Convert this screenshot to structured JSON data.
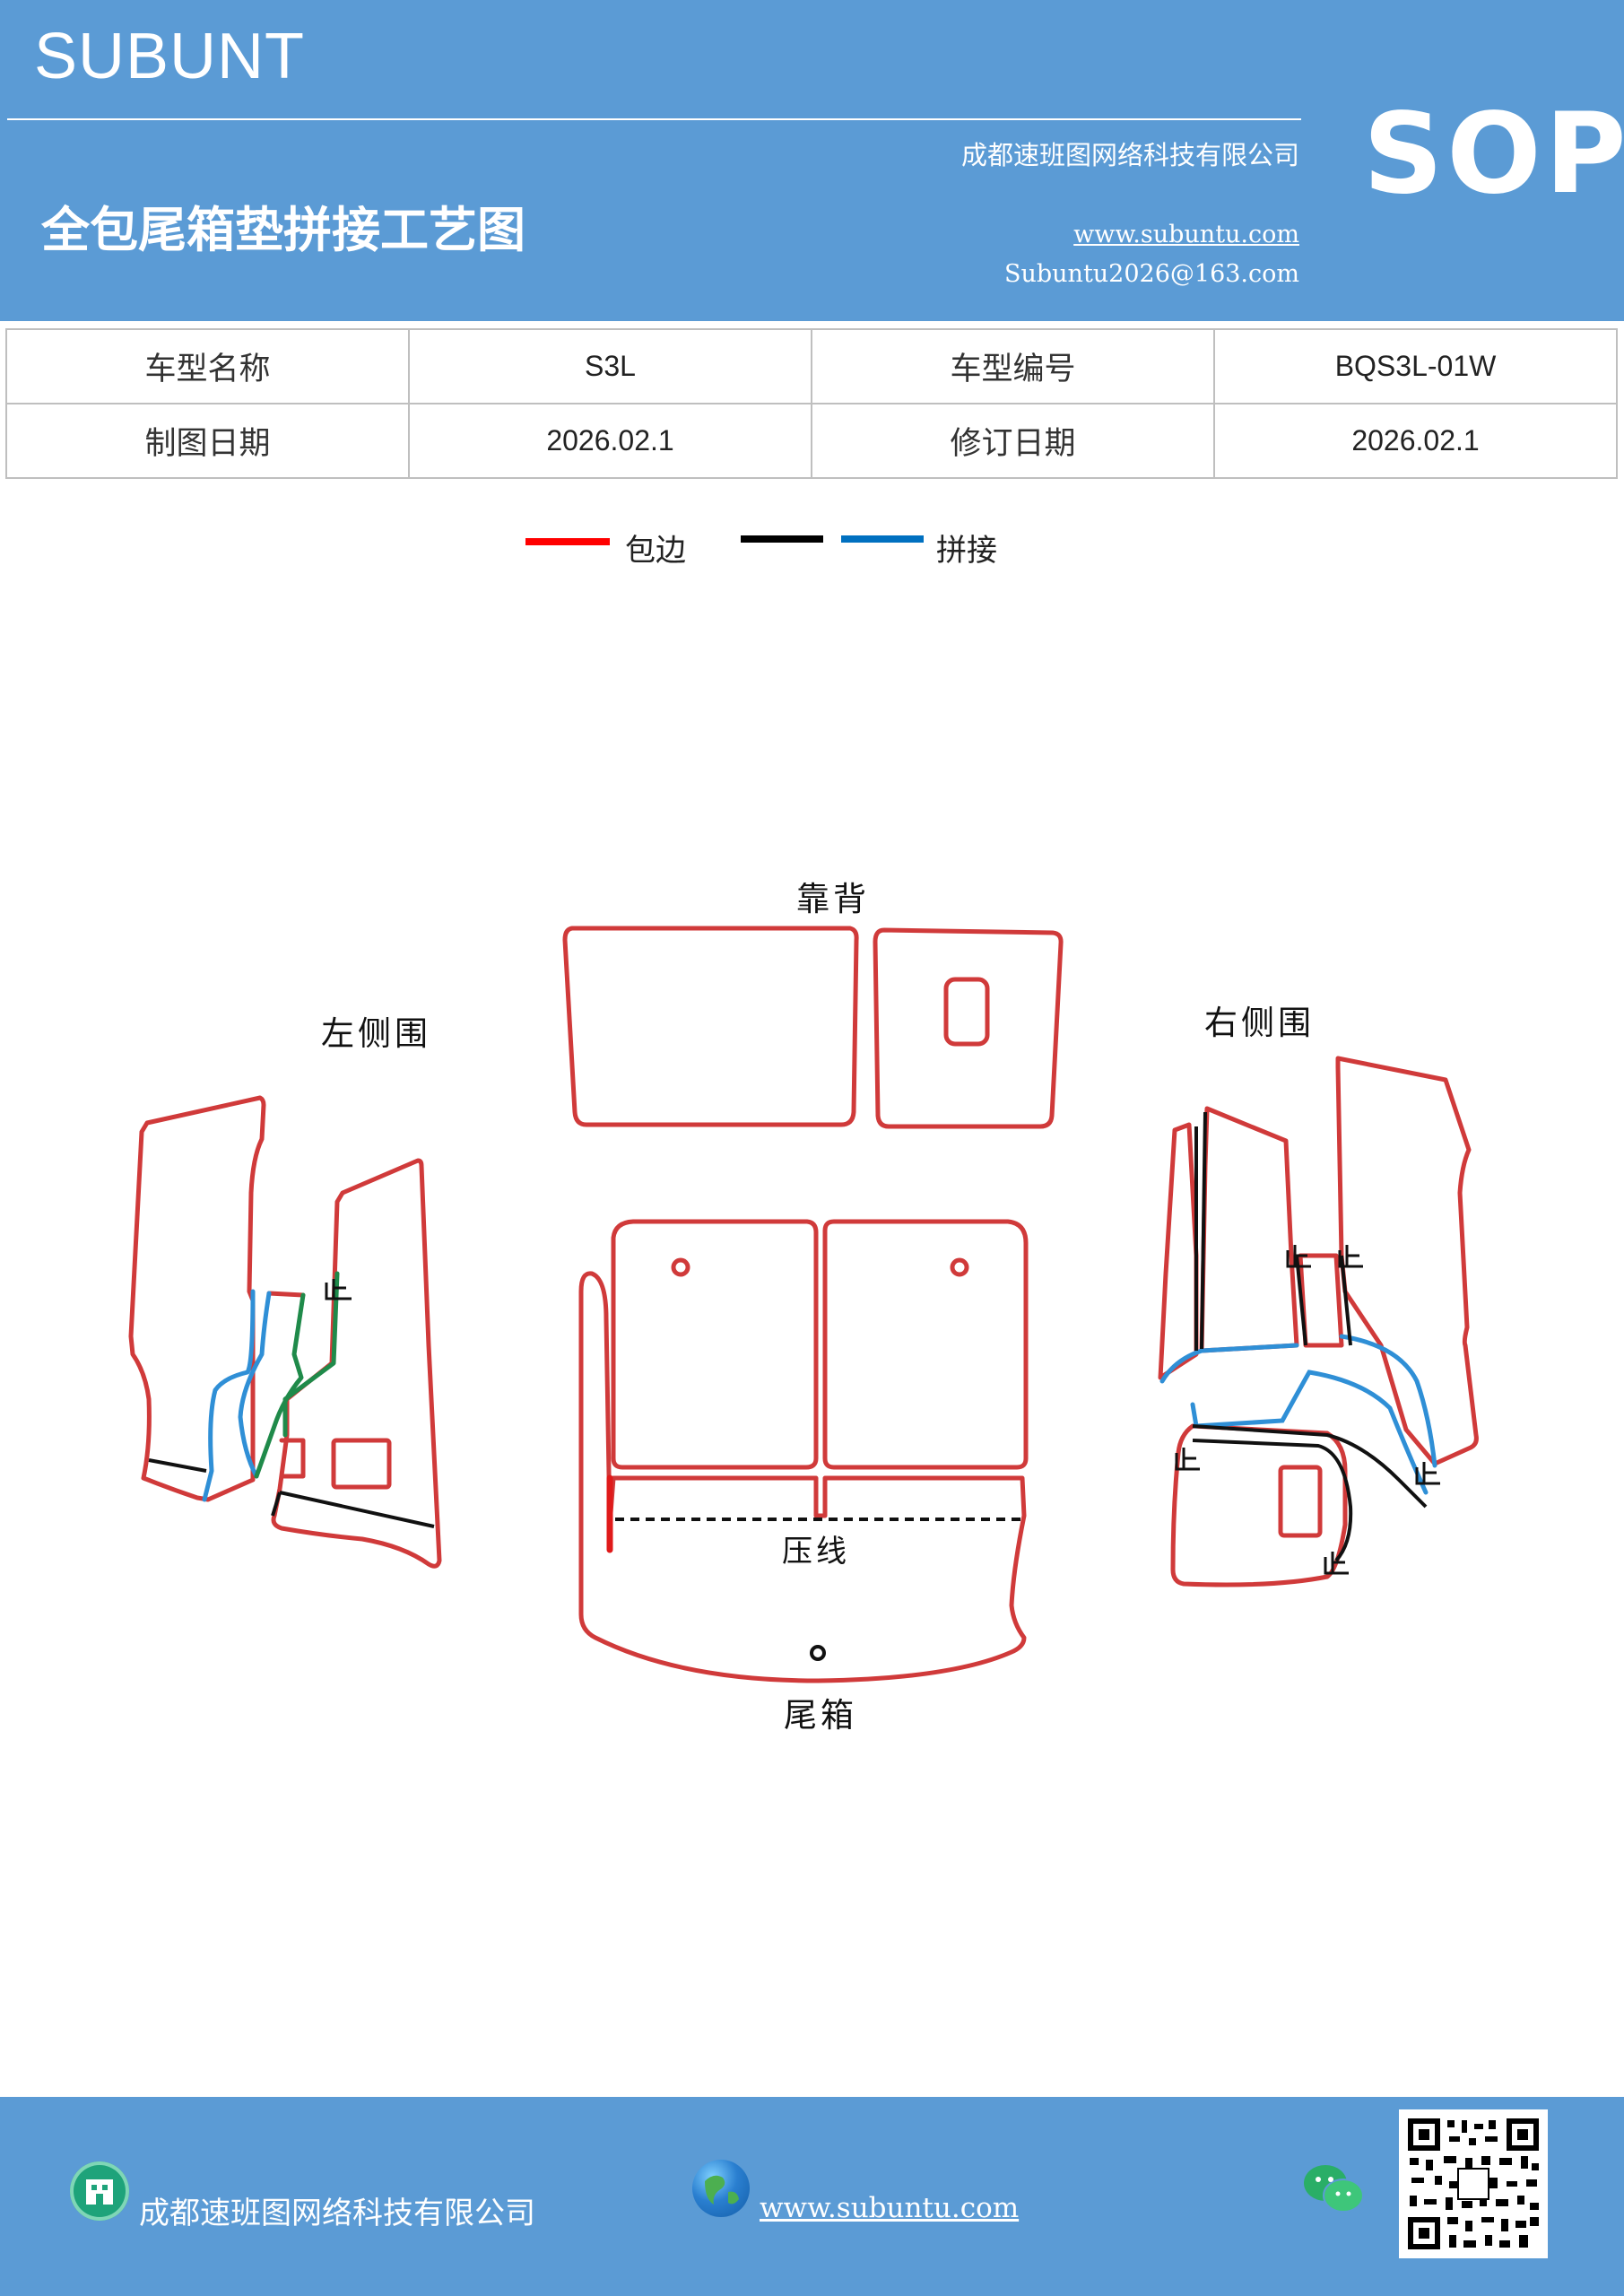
{
  "header": {
    "brand": "SUBUNT",
    "company": "成都速班图网络科技有限公司",
    "title": "全包尾箱垫拼接工艺图",
    "website": "www.subuntu.com",
    "email": "Subuntu2026@163.com",
    "badge": "SOP"
  },
  "info_table": {
    "rows": [
      {
        "label1": "车型名称",
        "value1": "S3L",
        "label2": "车型编号",
        "value2": "BQS3L-01W"
      },
      {
        "label1": "制图日期",
        "value1": "2026.02.1",
        "label2": "修订日期",
        "value2": "2026.02.1"
      }
    ]
  },
  "legend": {
    "edge_label": "包边",
    "edge_color": "#ff0000",
    "seam_label": "拼接",
    "seam_colors": [
      "#000000",
      "#0070c0"
    ]
  },
  "diagram": {
    "backrest_label": "靠背",
    "left_panel_label": "左侧围",
    "right_panel_label": "右侧围",
    "crease_label": "压线",
    "trunk_label": "尾箱",
    "up_mark": "上",
    "colors": {
      "outline": "#d03a3a",
      "blue": "#2f8fd6",
      "green": "#1f8a4a",
      "black": "#111111"
    }
  },
  "footer": {
    "company": "成都速班图网络科技有限公司",
    "website": "www.subuntu.com"
  }
}
